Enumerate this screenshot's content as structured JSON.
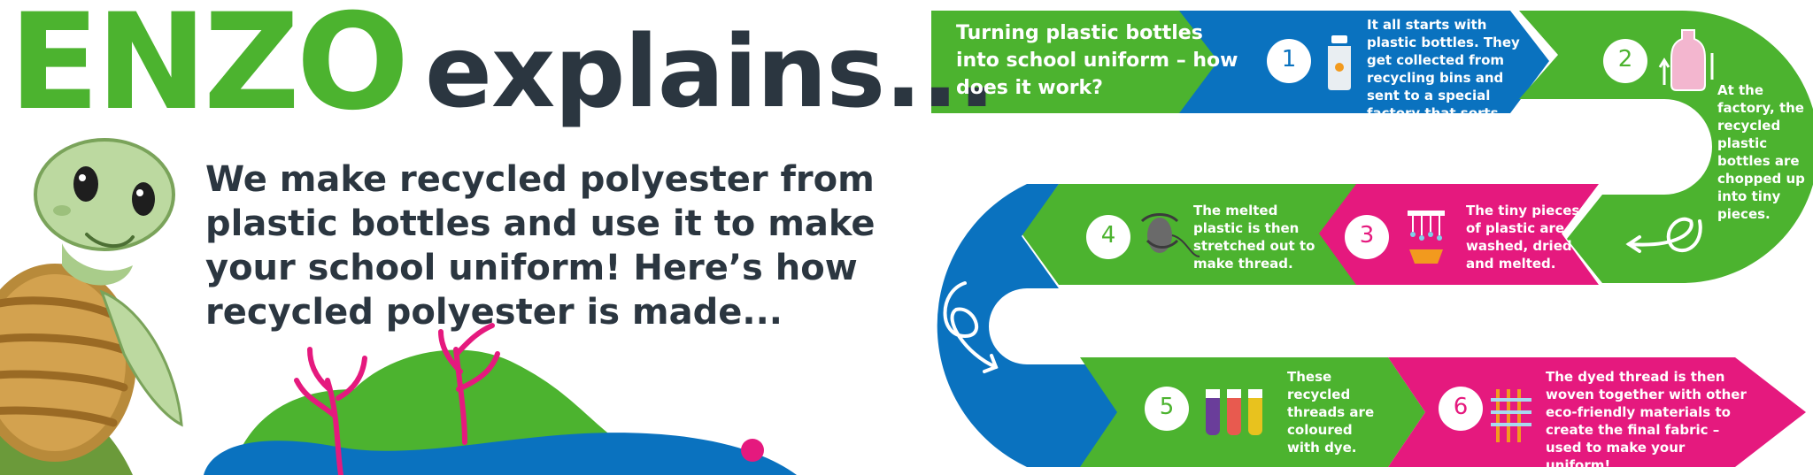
{
  "header": {
    "brand": "ENZO",
    "title_suffix": "explains..."
  },
  "intro": {
    "text": "We make recycled polyester from plastic bottles and use it to make your school uniform! Here’s how recycled polyester is made..."
  },
  "process": {
    "title": "Turning plastic bottles into school uniform – how does it work?",
    "steps": [
      {
        "number": "1",
        "text": "It all starts with plastic bottles. They get collected from recycling bins and sent to a special factory that sorts them."
      },
      {
        "number": "2",
        "text": "At the factory, the recycled plastic bottles are chopped up into tiny pieces."
      },
      {
        "number": "3",
        "text": "The tiny pieces of plastic are washed, dried and melted."
      },
      {
        "number": "4",
        "text": "The melted plastic is then stretched out to make thread."
      },
      {
        "number": "5",
        "text": "These recycled threads are coloured with dye."
      },
      {
        "number": "6",
        "text": "The dyed thread is then woven together with other eco-friendly materials to create the final fabric – used to make your uniform!"
      }
    ]
  },
  "colors": {
    "green": "#4cb32f",
    "blue": "#0a72bf",
    "pink": "#e5197e",
    "dark_text": "#2b3640"
  }
}
